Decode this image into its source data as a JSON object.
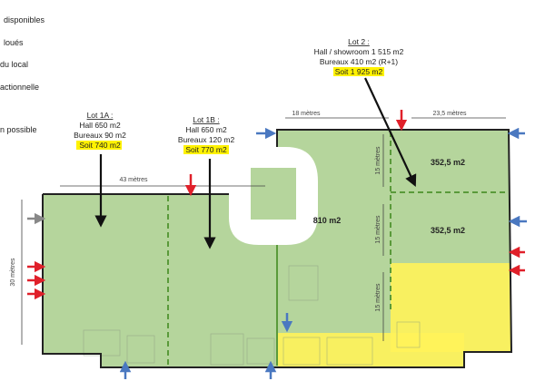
{
  "legend": [
    "disponibles",
    "loués",
    "du local",
    "actionnelle",
    "n possible"
  ],
  "lots": {
    "lot1a": {
      "title": "Lot 1A :",
      "hall": "Hall 650 m2",
      "bureaux": "Bureaux 90 m2",
      "total": "Soit 740 m2"
    },
    "lot1b": {
      "title": "Lot 1B :",
      "hall": "Hall 650 m2",
      "bureaux": "Bureaux 120 m2",
      "total": "Soit 770 m2"
    },
    "lot2": {
      "title": "Lot 2 :",
      "hall": "Hall / showroom 1 515 m2",
      "bureaux": "Bureaux 410 m2 (R+1)",
      "total": "Soit 1 925 m2"
    }
  },
  "areas": {
    "main": "810 m2",
    "top_right": "352,5 m2",
    "mid_right": "352,5 m2"
  },
  "dimensions": {
    "width_left": "43 mètres",
    "width_mid": "18 mètres",
    "width_right": "23,5 mètres",
    "height_left": "30 mètres",
    "h1": "15 mètres",
    "h2": "15 mètres",
    "h3": "15 mètres"
  },
  "colors": {
    "available": "#b5d59c",
    "rented": "#fff35a",
    "access_red": "#e0202a",
    "access_blue": "#4a78c0",
    "outline": "#222222",
    "divider": "#5a9a3a"
  }
}
